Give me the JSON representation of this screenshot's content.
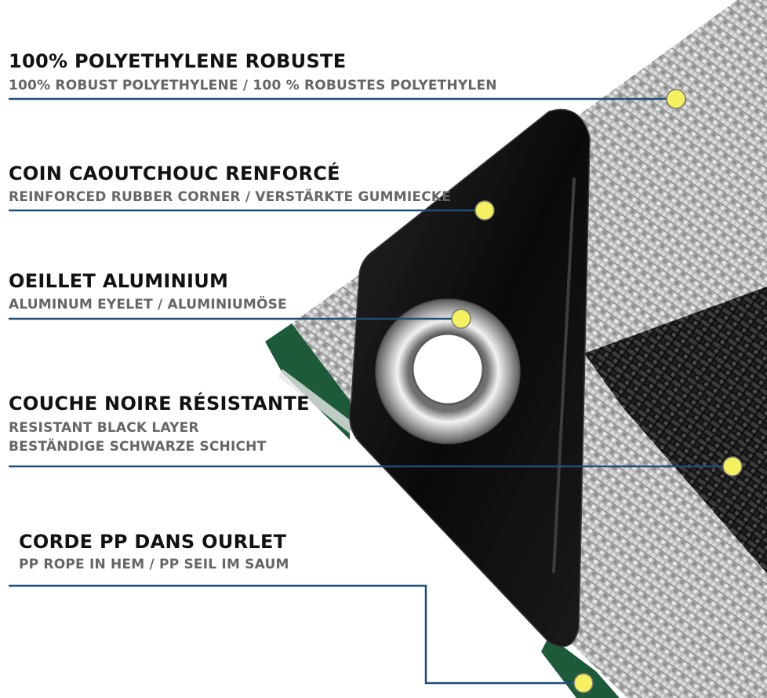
{
  "colors": {
    "title_text": "#111111",
    "subtitle_text": "#666666",
    "leader_line": "#1f4e79",
    "marker_dot": "#f5f060",
    "rubber_corner": "#0d0d0d",
    "tarp_silver": "#b9b9b9",
    "tarp_black_layer": "#1a1a1a",
    "hem_green": "#1d5a3a"
  },
  "features": [
    {
      "title": "100% POLYETHYLENE ROBUSTE",
      "subtitles": [
        "100% ROBUST POLYETHYLENE / 100 % ROBUSTES POLYETHYLEN"
      ],
      "marker_icon": "marker-dot-icon"
    },
    {
      "title": "COIN CAOUTCHOUC RENFORCÉ",
      "subtitles": [
        "REINFORCED RUBBER CORNER / VERSTÄRKTE GUMMIECKE"
      ],
      "marker_icon": "marker-dot-icon"
    },
    {
      "title": "OEILLET ALUMINIUM",
      "subtitles": [
        "ALUMINUM EYELET / ALUMINIUMÖSE"
      ],
      "marker_icon": "marker-dot-icon"
    },
    {
      "title": "COUCHE NOIRE RÉSISTANTE",
      "subtitles": [
        "RESISTANT BLACK LAYER",
        "BESTÄNDIGE SCHWARZE SCHICHT"
      ],
      "marker_icon": "marker-dot-icon"
    },
    {
      "title": "CORDE PP DANS OURLET",
      "subtitles": [
        "PP ROPE IN HEM / PP SEIL IM SAUM"
      ],
      "marker_icon": "marker-dot-icon"
    }
  ]
}
